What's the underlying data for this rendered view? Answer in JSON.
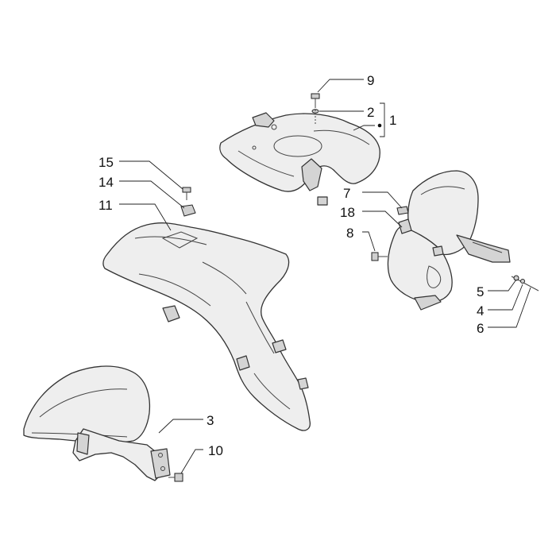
{
  "diagram": {
    "callouts": [
      {
        "id": "c9",
        "label": "9"
      },
      {
        "id": "c2",
        "label": "2"
      },
      {
        "id": "c1",
        "label": "1"
      },
      {
        "id": "c15",
        "label": "15"
      },
      {
        "id": "c14",
        "label": "14"
      },
      {
        "id": "c11",
        "label": "11"
      },
      {
        "id": "c7",
        "label": "7"
      },
      {
        "id": "c18",
        "label": "18"
      },
      {
        "id": "c8",
        "label": "8"
      },
      {
        "id": "c5",
        "label": "5"
      },
      {
        "id": "c4",
        "label": "4"
      },
      {
        "id": "c6",
        "label": "6"
      },
      {
        "id": "c3",
        "label": "3"
      },
      {
        "id": "c10",
        "label": "10"
      }
    ]
  }
}
